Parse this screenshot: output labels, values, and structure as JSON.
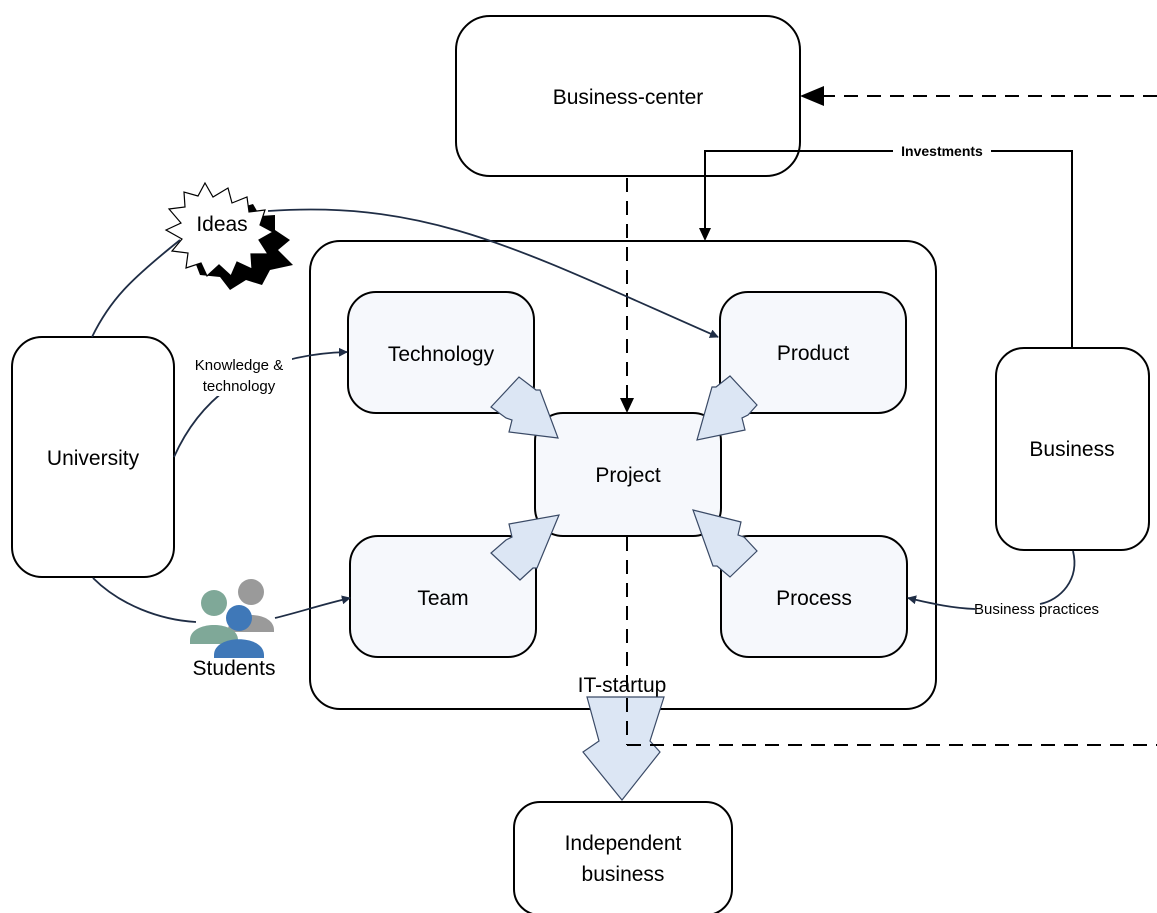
{
  "nodes": {
    "business_center": "Business-center",
    "ideas": "Ideas",
    "university": "University",
    "technology": "Technology",
    "product": "Product",
    "project": "Project",
    "team": "Team",
    "process": "Process",
    "business": "Business",
    "it_startup": "IT-startup",
    "independent_business_line1": "Independent",
    "independent_business_line2": "business",
    "students": "Students"
  },
  "edge_labels": {
    "investments": "Investments",
    "knowledge_line1": "Knowledge &",
    "knowledge_line2": "technology",
    "business_practices": "Business practices"
  },
  "colors": {
    "stroke": "#000000",
    "connector": "#1f2d45",
    "inner_fill": "#f6f8fc",
    "block_arrow_fill": "#dce6f4",
    "block_arrow_stroke": "#3a4a66",
    "person_teal": "#7fa898",
    "person_gray": "#9a9a9a",
    "person_blue": "#3f78b8"
  },
  "icons": {
    "ideas_shape": "starburst-icon",
    "students_icon": "people-group-icon"
  }
}
